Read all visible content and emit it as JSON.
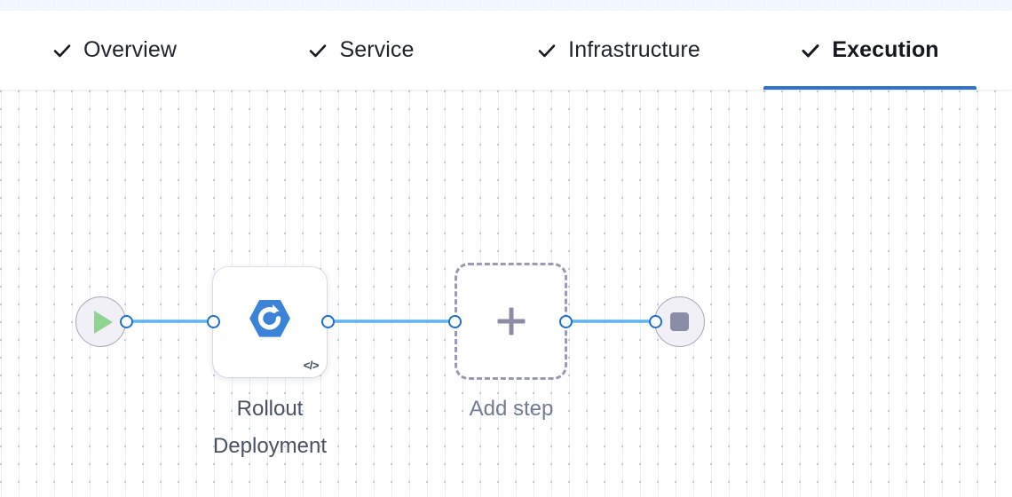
{
  "tabs": [
    {
      "label": "Overview",
      "icon": "check-icon",
      "active": false
    },
    {
      "label": "Service",
      "icon": "check-icon",
      "active": false
    },
    {
      "label": "Infrastructure",
      "icon": "check-icon",
      "active": false
    },
    {
      "label": "Execution",
      "icon": "check-icon",
      "active": true
    }
  ],
  "pipeline": {
    "start_node": {
      "icon": "play-icon",
      "name": "start"
    },
    "step_node": {
      "label": "Rollout\nDeployment",
      "icon": "rollout-deployment-icon",
      "badge_icon": "code-icon",
      "badge_glyph": "</>"
    },
    "add_node": {
      "label": "Add step",
      "icon": "plus-icon"
    },
    "end_node": {
      "icon": "stop-icon",
      "name": "end"
    }
  },
  "colors": {
    "accent_blue": "#2f73cf",
    "edge_blue": "#5fb4ef",
    "port_ring": "#1f6fd0",
    "node_icon_blue": "#3b83d8",
    "play_green": "#8fd490",
    "muted_purple": "#8b8ca6",
    "dashed_border": "#9a9ab4",
    "terminal_fill": "#f1f0f6",
    "label_dark": "#4a5163",
    "label_muted": "#717b92"
  }
}
